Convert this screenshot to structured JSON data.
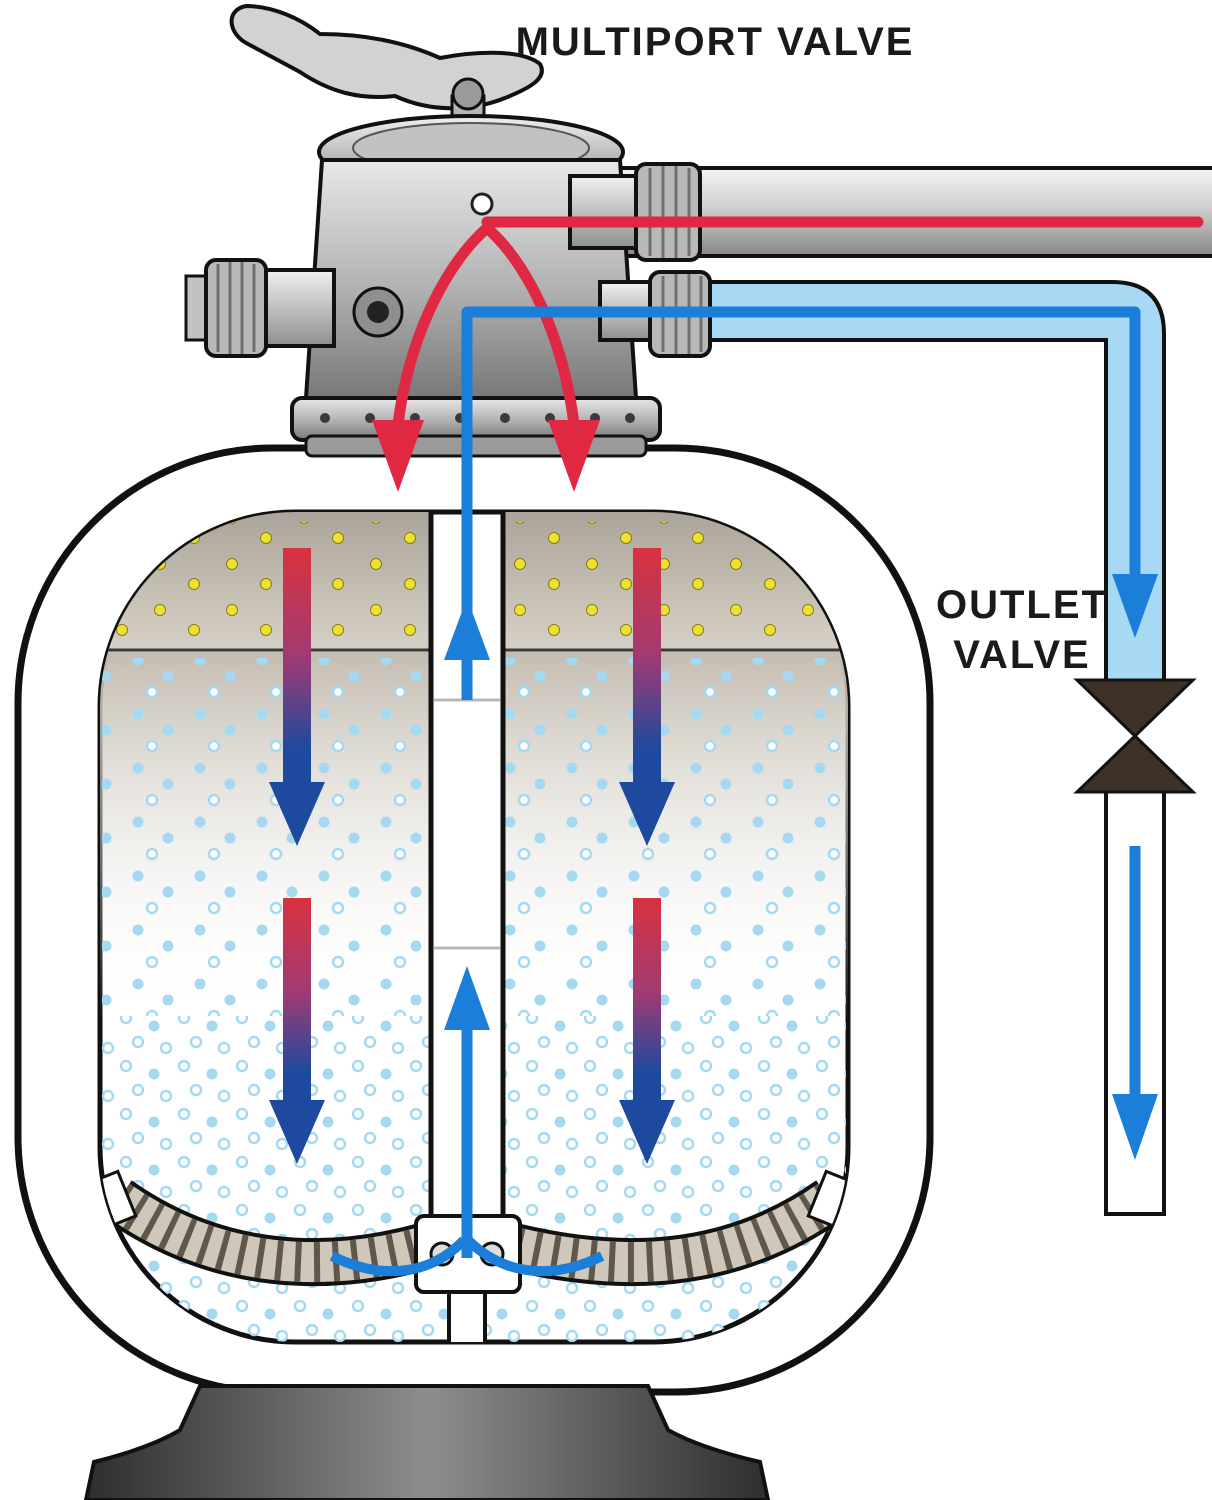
{
  "labels": {
    "multiport": "MULTIPORT VALVE",
    "outlet_1": "OUTLET",
    "outlet_2": "VALVE"
  },
  "colors": {
    "flow_red": "#e02843",
    "flow_blue": "#1b7ed8",
    "arrow_red": "#d8323f",
    "arrow_blue_dark": "#1d4a9e",
    "pipe_fill_blue": "#a8d9f4",
    "water_dot": "#a5d9f2",
    "dirt_dot": "#ede233",
    "valve_dark": "#3f3128",
    "metal_light": "#d9d9d9",
    "metal_dark": "#7d7d7d",
    "outline": "#111111"
  }
}
